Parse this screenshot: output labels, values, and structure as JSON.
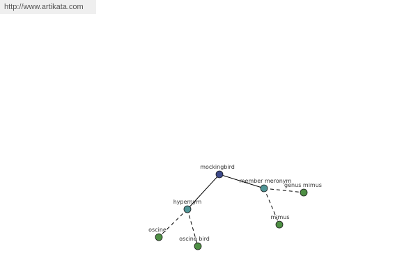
{
  "banner": {
    "url": "http://www.artikata.com"
  },
  "graph": {
    "nodes": [
      {
        "id": "mockingbird",
        "label": "mockingbird",
        "kind": "root"
      },
      {
        "id": "hypernym",
        "label": "hypernym",
        "kind": "relation"
      },
      {
        "id": "member-meronym",
        "label": "member meronym",
        "kind": "relation"
      },
      {
        "id": "oscine",
        "label": "oscine",
        "kind": "leaf"
      },
      {
        "id": "oscine-bird",
        "label": "oscine bird",
        "kind": "leaf"
      },
      {
        "id": "genus-mimus",
        "label": "genus mimus",
        "kind": "leaf"
      },
      {
        "id": "mimus",
        "label": "mimus",
        "kind": "leaf"
      }
    ],
    "edges": [
      {
        "from": "mockingbird",
        "to": "hypernym",
        "style": "solid"
      },
      {
        "from": "mockingbird",
        "to": "member-meronym",
        "style": "solid"
      },
      {
        "from": "hypernym",
        "to": "oscine",
        "style": "dashed"
      },
      {
        "from": "hypernym",
        "to": "oscine-bird",
        "style": "dashed"
      },
      {
        "from": "member-meronym",
        "to": "genus-mimus",
        "style": "dashed"
      },
      {
        "from": "member-meronym",
        "to": "mimus",
        "style": "dashed"
      }
    ],
    "colors": {
      "root": "#3d4a8a",
      "relation": "#4f9596",
      "leaf": "#4e8f44",
      "edge": "#000000"
    }
  }
}
